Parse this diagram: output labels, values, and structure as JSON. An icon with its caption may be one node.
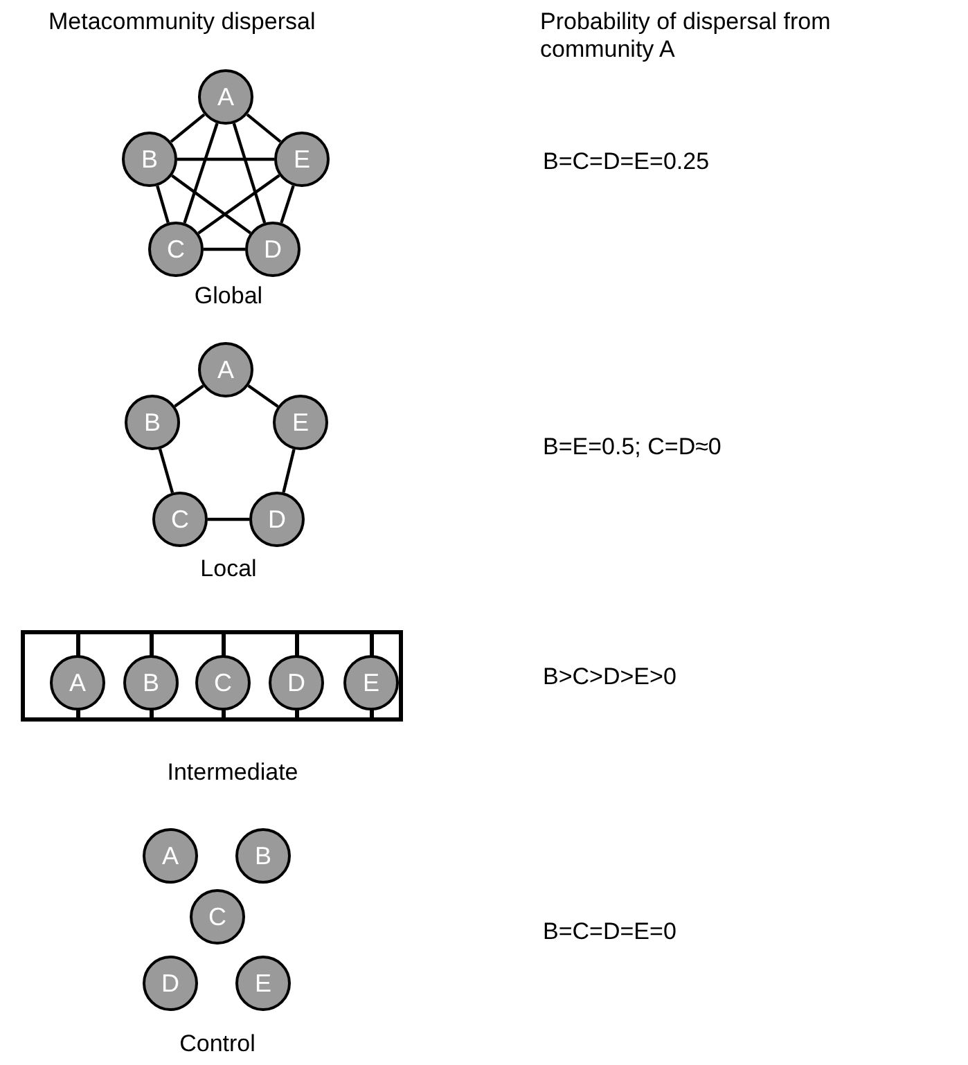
{
  "diagram": {
    "nodes": [
      {
        "text": [
          "A"
        ]
      },
      {
        "text": [
          "B"
        ]
      },
      {
        "text": [
          "E"
        ]
      },
      {
        "text": [
          "C"
        ]
      },
      {
        "text": [
          "D"
        ]
      },
      {
        "text": [
          "A"
        ]
      },
      {
        "text": [
          "B"
        ]
      },
      {
        "text": [
          "E"
        ]
      },
      {
        "text": [
          "C"
        ]
      },
      {
        "text": [
          "D"
        ]
      },
      {
        "text": [],
        "shape": "box"
      },
      {
        "text": [
          "A"
        ],
        "in": 10
      },
      {
        "text": [
          "B"
        ],
        "in": 10
      },
      {
        "text": [
          "C"
        ],
        "in": 10
      },
      {
        "text": [
          "D"
        ],
        "in": 10
      },
      {
        "text": [
          "E"
        ],
        "in": 10
      },
      {
        "text": [
          "A"
        ]
      },
      {
        "text": [
          "B"
        ]
      },
      {
        "text": [
          "C"
        ]
      },
      {
        "text": [
          "D"
        ]
      },
      {
        "text": [
          "E"
        ]
      }
    ],
    "edges": [
      {
        "from": 0,
        "to": 1,
        "arrow": "none"
      },
      {
        "from": 0,
        "to": 2,
        "arrow": "none"
      },
      {
        "from": 0,
        "to": 3,
        "arrow": "none"
      },
      {
        "from": 0,
        "to": 4,
        "arrow": "none"
      },
      {
        "from": 1,
        "to": 2,
        "arrow": "none"
      },
      {
        "from": 1,
        "to": 3,
        "arrow": "none"
      },
      {
        "from": 1,
        "to": 4,
        "arrow": "none"
      },
      {
        "from": 2,
        "to": 3,
        "arrow": "none"
      },
      {
        "from": 2,
        "to": 4,
        "arrow": "none"
      },
      {
        "from": 3,
        "to": 4,
        "arrow": "none"
      },
      {
        "from": 5,
        "to": 6,
        "arrow": "none"
      },
      {
        "from": 5,
        "to": 7,
        "arrow": "none"
      },
      {
        "from": 6,
        "to": 8,
        "arrow": "none"
      },
      {
        "from": 7,
        "to": 9,
        "arrow": "none"
      },
      {
        "from": 8,
        "to": 9,
        "arrow": "none"
      }
    ],
    "labels": [
      "Metacommunity dispersal",
      "Probability of dispersal from community A",
      "B=C=D=E=0.25",
      "Global",
      "B=E=0.5; C=D≈0",
      "Local",
      "B>C>D>E>0",
      "Intermediate",
      "B=C=D=E=0",
      "Control"
    ]
  }
}
